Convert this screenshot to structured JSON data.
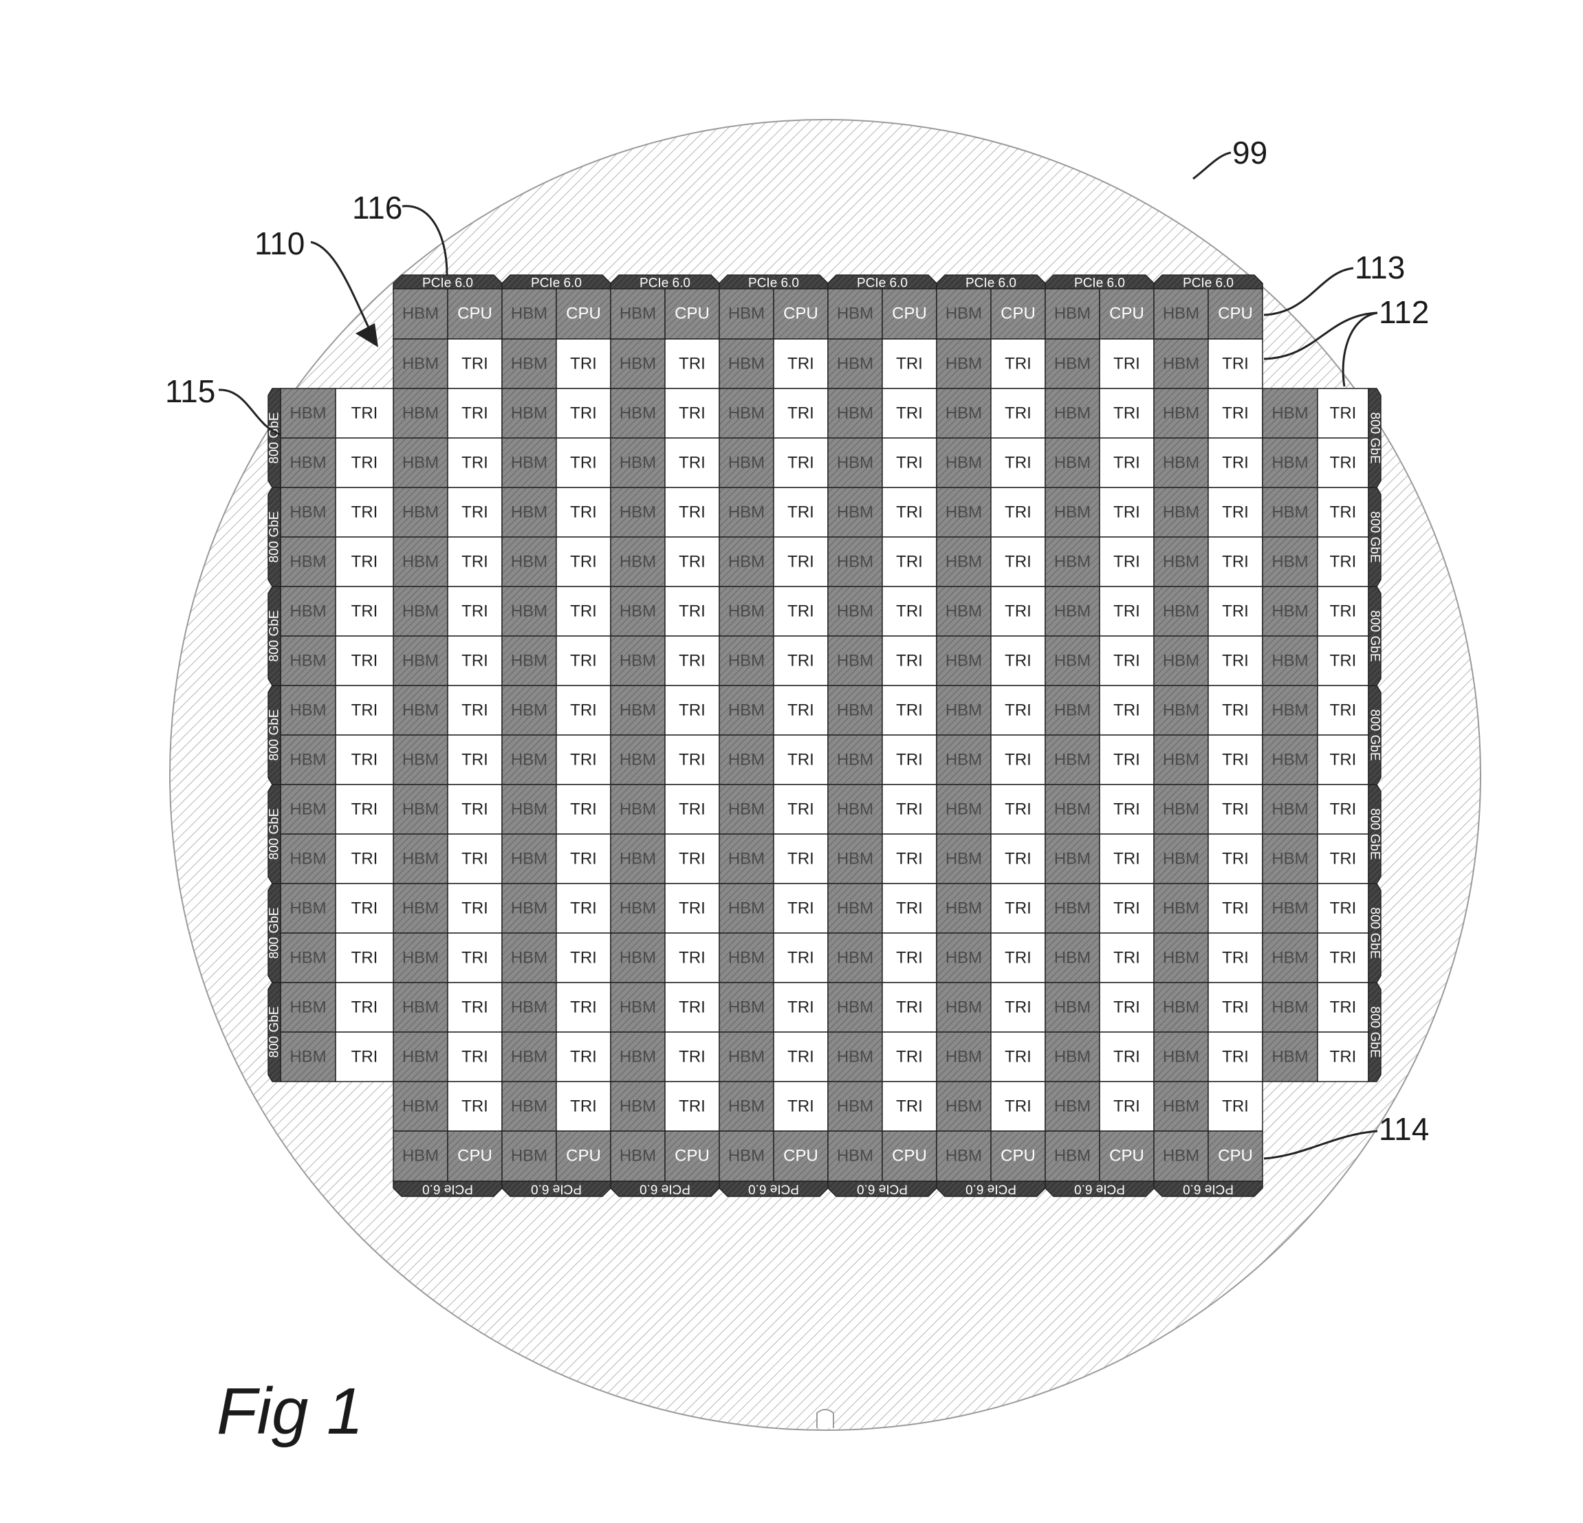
{
  "figure": {
    "caption": "Fig 1",
    "labels": {
      "wafer": "99",
      "array": "110",
      "tri_column": "112",
      "top_row": "113",
      "bottom_row": "114",
      "ethernet_column": "115",
      "pcie_io": "116"
    }
  },
  "chips": {
    "hbm": "HBM",
    "tri": "TRI",
    "cpu": "CPU",
    "pcie": "PCIe 6.0",
    "ethernet": "800 GbE"
  },
  "layout_counts": {
    "core_columns": 8,
    "core_rows": 16,
    "side_rows": 14,
    "ethernet_ports_per_side": 7,
    "pcie_ports_per_side": 8
  },
  "colors": {
    "hbm": "#8c8c8c",
    "tri": "#ffffff",
    "io": "#3a3a3a",
    "wafer_hatch": "#b8b8b8",
    "line": "#222222"
  }
}
